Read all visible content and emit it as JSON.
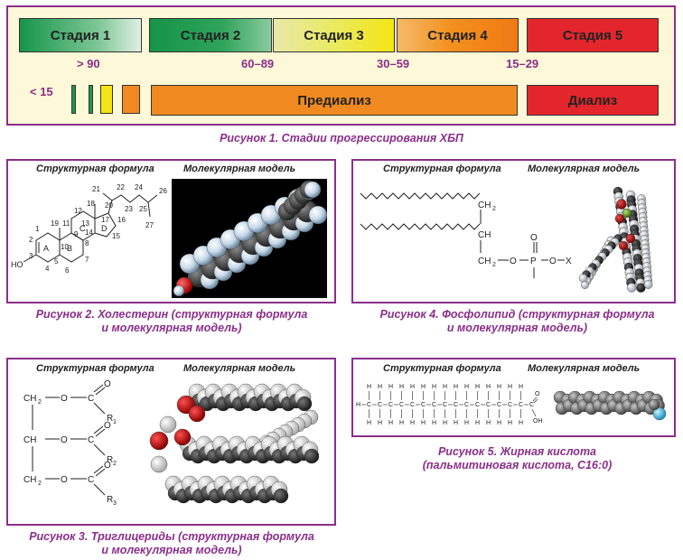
{
  "fig1": {
    "stages": [
      "Стадия 1",
      "Стадия 2",
      "Стадия 3",
      "Стадия 4",
      "Стадия 5"
    ],
    "gfr": [
      "> 90",
      "60–89",
      "30–59",
      "15–29"
    ],
    "low": "< 15",
    "predialysis": "Предиализ",
    "dialysis": "Диализ",
    "caption": "Рисунок 1. Стадии прогрессирования ХБП"
  },
  "labels": {
    "structural": "Структурная формула",
    "molecular": "Молекулярная модель"
  },
  "fig2": {
    "caption_l1": "Рисунок 2. Холестерин (структурная формула",
    "caption_l2": "и молекулярная модель)",
    "atoms": [
      "1",
      "2",
      "3",
      "4",
      "5",
      "6",
      "7",
      "8",
      "9",
      "10",
      "11",
      "12",
      "13",
      "14",
      "15",
      "16",
      "17",
      "18",
      "19",
      "20",
      "21",
      "22",
      "23",
      "24",
      "25",
      "26",
      "27"
    ],
    "rings": [
      "A",
      "B",
      "C",
      "D"
    ],
    "ho": "HO"
  },
  "fig3": {
    "caption_l1": "Рисунок 3. Триглицериды (структурная формула",
    "caption_l2": "и молекулярная модель)",
    "ch2": "CH",
    "ch": "CH",
    "o": "O",
    "c": "C",
    "r1": "R",
    "r2": "R",
    "r3": "R",
    "s1": "1",
    "s2": "2",
    "s3": "3",
    "sub2": "2"
  },
  "fig4": {
    "caption_l1": "Рисунок 4. Фосфолипид (структурная формула",
    "caption_l2": "и молекулярная модель)",
    "ch2": "CH",
    "ch": "CH",
    "sub2": "2",
    "o": "O",
    "p": "P",
    "x": "X"
  },
  "fig5": {
    "caption_l1": "Рисунок 5. Жирная кислота",
    "caption_l2": "(пальмитиновая кислота, C16:0)",
    "h": "H",
    "c": "C",
    "oh": "OH"
  },
  "colors": {
    "frame": "#8a2f8a",
    "stage1": "#1a9a4a",
    "stage2": "#1a9a4a",
    "stage3": "#f0e030",
    "stage4": "#f08a20",
    "stage5": "#e02a2a"
  }
}
